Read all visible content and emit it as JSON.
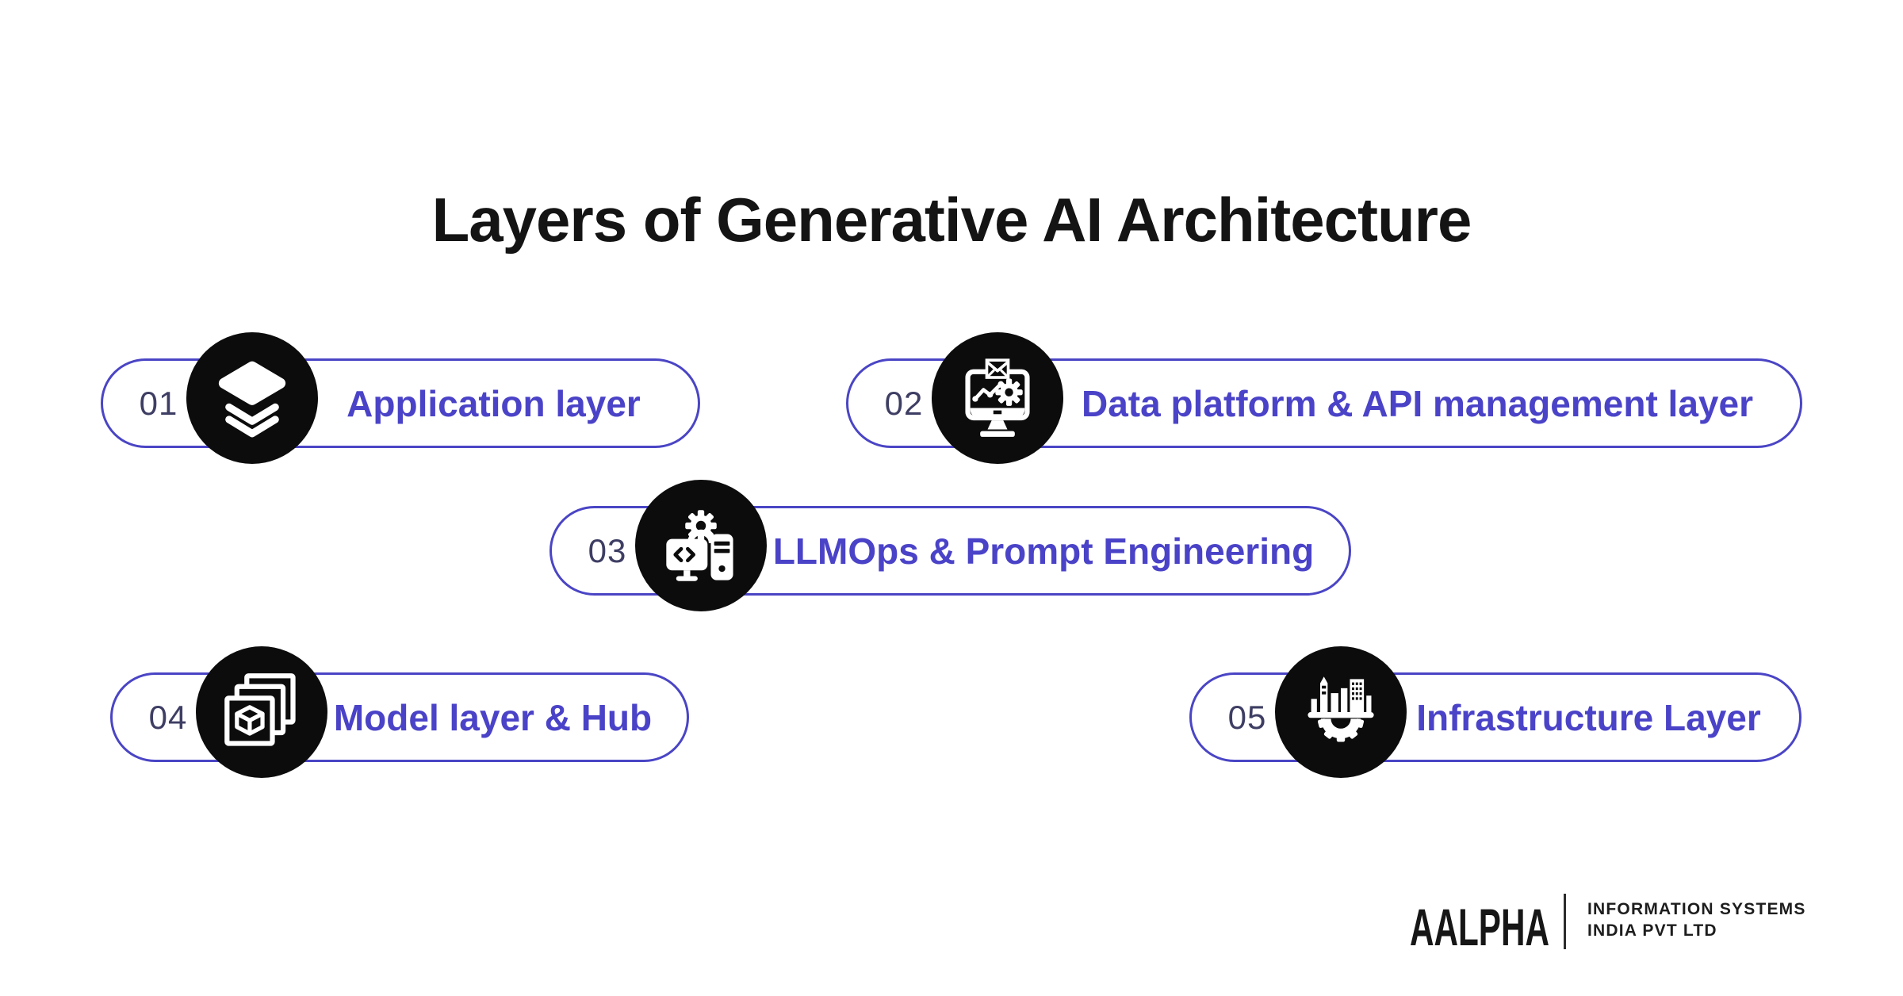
{
  "title": "Layers of Generative AI Architecture",
  "layers": [
    {
      "number": "01",
      "label": "Application layer",
      "icon": "layers-stack-icon"
    },
    {
      "number": "02",
      "label": "Data platform & API management layer",
      "icon": "monitor-analytics-gear-mail-icon"
    },
    {
      "number": "03",
      "label": "LLMOps & Prompt Engineering",
      "icon": "gear-code-server-icon"
    },
    {
      "number": "04",
      "label": "Model layer & Hub",
      "icon": "stacked-frames-cube-icon"
    },
    {
      "number": "05",
      "label": "Infrastructure Layer",
      "icon": "city-buildings-gear-icon"
    }
  ],
  "footer": {
    "brand": "AALPHA",
    "org_line1": "INFORMATION SYSTEMS",
    "org_line2": "INDIA PVT LTD"
  },
  "colors": {
    "accent": "#4a45c5",
    "label_text": "#4a43c8",
    "number_text": "#3e3e64",
    "icon_circle": "#0c0c0c",
    "title_text": "#141414",
    "background": "#ffffff"
  }
}
